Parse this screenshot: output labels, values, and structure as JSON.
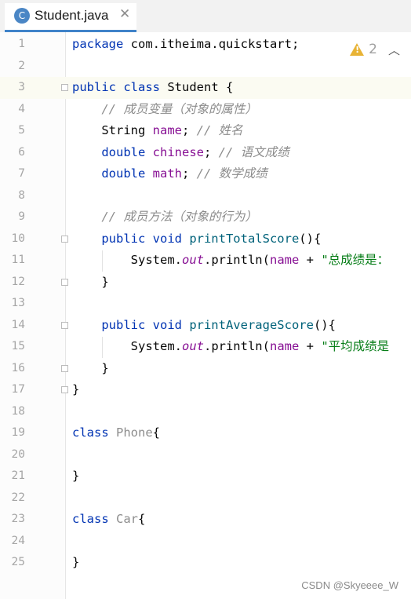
{
  "tab": {
    "icon_letter": "C",
    "title": "Student.java",
    "close": "✕"
  },
  "inspections": {
    "warning_count": "2"
  },
  "lines": [
    {
      "n": "1",
      "tokens": [
        [
          "kw",
          "package "
        ],
        [
          "p",
          "com.itheima.quickstart;"
        ]
      ]
    },
    {
      "n": "2",
      "tokens": []
    },
    {
      "n": "3",
      "tokens": [
        [
          "kw",
          "public class "
        ],
        [
          "p",
          "Student {"
        ]
      ]
    },
    {
      "n": "4",
      "tokens": [
        [
          "p",
          "    "
        ],
        [
          "cmt",
          "// 成员变量（对象的属性）"
        ]
      ]
    },
    {
      "n": "5",
      "tokens": [
        [
          "p",
          "    String "
        ],
        [
          "fld",
          "name"
        ],
        [
          "p",
          "; "
        ],
        [
          "cmt",
          "// 姓名"
        ]
      ]
    },
    {
      "n": "6",
      "tokens": [
        [
          "p",
          "    "
        ],
        [
          "kw",
          "double "
        ],
        [
          "fld",
          "chinese"
        ],
        [
          "p",
          "; "
        ],
        [
          "cmt",
          "// 语文成绩"
        ]
      ]
    },
    {
      "n": "7",
      "tokens": [
        [
          "p",
          "    "
        ],
        [
          "kw",
          "double "
        ],
        [
          "fld",
          "math"
        ],
        [
          "p",
          "; "
        ],
        [
          "cmt",
          "// 数学成绩"
        ]
      ]
    },
    {
      "n": "8",
      "tokens": []
    },
    {
      "n": "9",
      "tokens": [
        [
          "p",
          "    "
        ],
        [
          "cmt",
          "// 成员方法（对象的行为）"
        ]
      ]
    },
    {
      "n": "10",
      "tokens": [
        [
          "p",
          "    "
        ],
        [
          "kw",
          "public void "
        ],
        [
          "fn",
          "printTotalScore"
        ],
        [
          "p",
          "(){"
        ]
      ]
    },
    {
      "n": "11",
      "tokens": [
        [
          "p",
          "        System."
        ],
        [
          "fldi",
          "out"
        ],
        [
          "p",
          ".println("
        ],
        [
          "fld",
          "name"
        ],
        [
          "p",
          " + "
        ],
        [
          "str",
          "\"总成绩是："
        ]
      ]
    },
    {
      "n": "12",
      "tokens": [
        [
          "p",
          "    }"
        ]
      ]
    },
    {
      "n": "13",
      "tokens": []
    },
    {
      "n": "14",
      "tokens": [
        [
          "p",
          "    "
        ],
        [
          "kw",
          "public void "
        ],
        [
          "fn",
          "printAverageScore"
        ],
        [
          "p",
          "(){"
        ]
      ]
    },
    {
      "n": "15",
      "tokens": [
        [
          "p",
          "        System."
        ],
        [
          "fldi",
          "out"
        ],
        [
          "p",
          ".println("
        ],
        [
          "fld",
          "name"
        ],
        [
          "p",
          " + "
        ],
        [
          "str",
          "\"平均成绩是"
        ]
      ]
    },
    {
      "n": "16",
      "tokens": [
        [
          "p",
          "    }"
        ]
      ]
    },
    {
      "n": "17",
      "tokens": [
        [
          "p",
          "}"
        ]
      ]
    },
    {
      "n": "18",
      "tokens": []
    },
    {
      "n": "19",
      "tokens": [
        [
          "kw",
          "class "
        ],
        [
          "gray",
          "Phone"
        ],
        [
          "p",
          "{"
        ]
      ]
    },
    {
      "n": "20",
      "tokens": []
    },
    {
      "n": "21",
      "tokens": [
        [
          "p",
          "}"
        ]
      ]
    },
    {
      "n": "22",
      "tokens": []
    },
    {
      "n": "23",
      "tokens": [
        [
          "kw",
          "class "
        ],
        [
          "gray",
          "Car"
        ],
        [
          "p",
          "{"
        ]
      ]
    },
    {
      "n": "24",
      "tokens": []
    },
    {
      "n": "25",
      "tokens": [
        [
          "p",
          "}"
        ]
      ]
    }
  ],
  "watermark": "CSDN @Skyeeee_W"
}
